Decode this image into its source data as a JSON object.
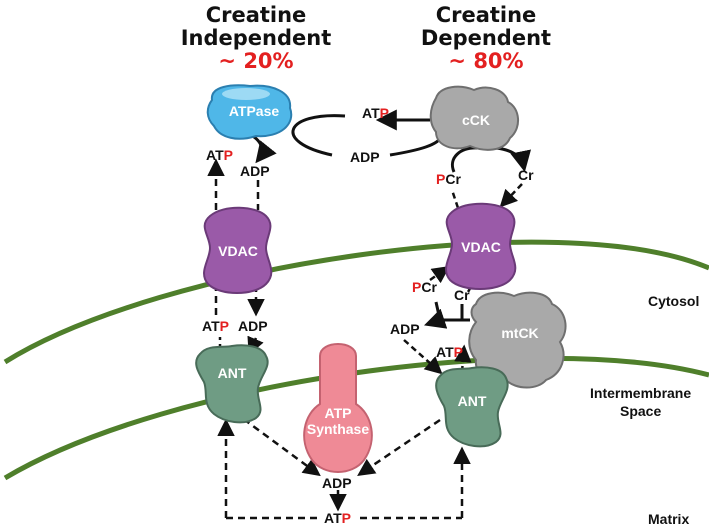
{
  "headers": {
    "left": {
      "line1": "Creatine",
      "line2": "Independent",
      "percent": "~ 20%"
    },
    "right": {
      "line1": "Creatine",
      "line2": "Dependent",
      "percent": "~ 80%"
    }
  },
  "proteins": {
    "atpase": "ATPase",
    "cck": "cCK",
    "vdac_left": "VDAC",
    "vdac_right": "VDAC",
    "mtck": "mtCK",
    "ant_left": "ANT",
    "ant_right": "ANT",
    "atp_synthase_line1": "ATP",
    "atp_synthase_line2": "Synthase"
  },
  "metabolites": {
    "atp_prefix": "AT",
    "p": "P",
    "adp": "ADP",
    "cr": "Cr",
    "cr_suffix": "Cr"
  },
  "regions": {
    "cytosol": "Cytosol",
    "intermembrane_line1": "Intermembrane",
    "intermembrane_line2": "Space",
    "matrix": "Matrix"
  },
  "colors": {
    "membrane": "#4f7f2b",
    "atpase": "#4fb7e8",
    "cck": "#a9a9a9",
    "vdac": "#9a5aa8",
    "ant": "#6f9c84",
    "atp_synthase": "#ef8a96",
    "phosphate_red": "#e32020"
  }
}
